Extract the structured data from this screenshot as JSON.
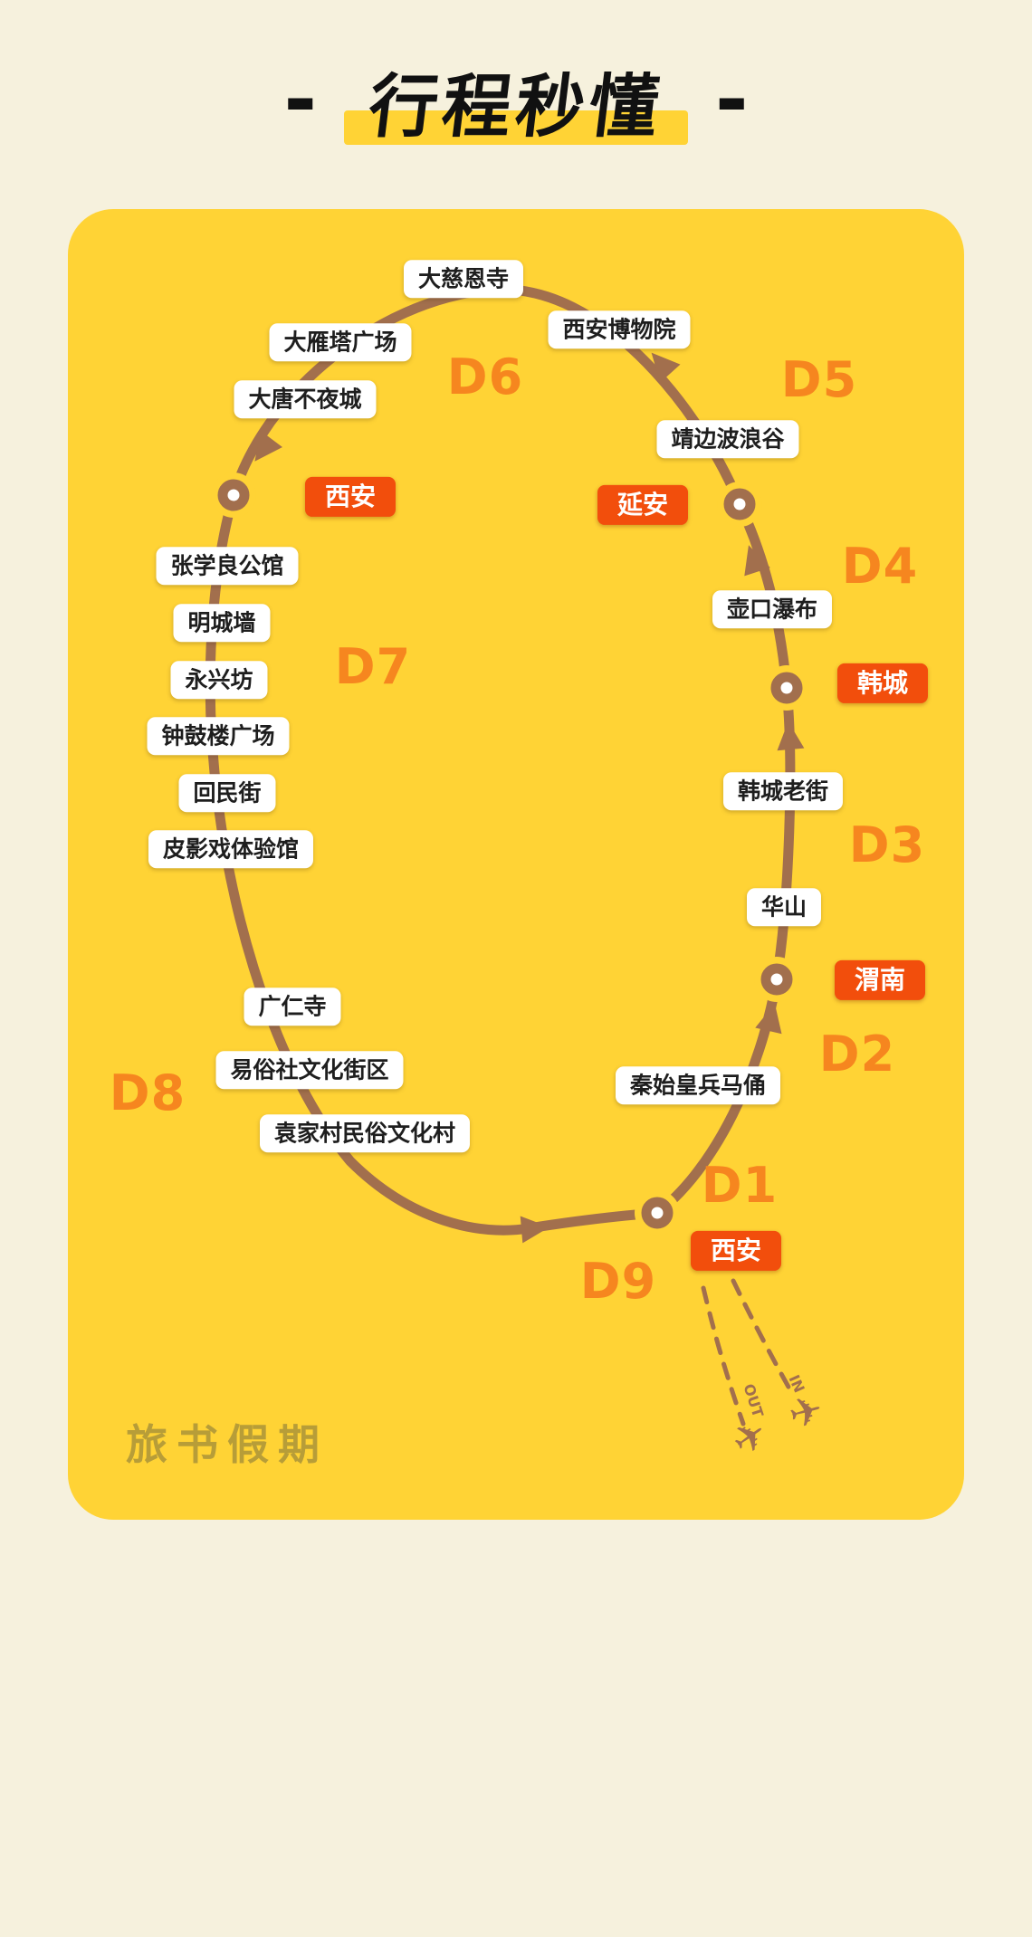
{
  "colors": {
    "bg": "#F6F1DD",
    "yellow": "#FFD335",
    "route": "#A26F4D",
    "day": "#F6861F",
    "badge": "#F24E0C",
    "ink": "#111111",
    "wm": "rgba(96,92,60,0.45)"
  },
  "header": {
    "title": "行程秒懂",
    "dash_left": "-",
    "dash_right": "-"
  },
  "watermark": "旅书假期",
  "days": {
    "d1": "D1",
    "d2": "D2",
    "d3": "D3",
    "d4": "D4",
    "d5": "D5",
    "d6": "D6",
    "d7": "D7",
    "d8": "D8",
    "d9": "D9"
  },
  "cities": {
    "xian_main": "西安",
    "yanan": "延安",
    "hancheng": "韩城",
    "weinan": "渭南",
    "xian_start": "西安"
  },
  "attractions": [
    "大慈恩寺",
    "西安博物院",
    "大雁塔广场",
    "大唐不夜城",
    "靖边波浪谷",
    "张学良公馆",
    "明城墙",
    "壶口瀑布",
    "永兴坊",
    "钟鼓楼广场",
    "回民街",
    "韩城老街",
    "皮影戏体验馆",
    "华山",
    "广仁寺",
    "易俗社文化街区",
    "秦始皇兵马俑",
    "袁家村民俗文化村"
  ],
  "flight": {
    "in": "IN",
    "out": "OUT",
    "plane": "✈"
  }
}
